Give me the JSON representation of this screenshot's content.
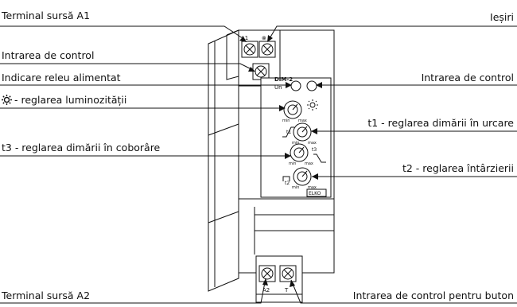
{
  "callouts": {
    "left": [
      {
        "id": "terminal-a1",
        "text": "Terminal sursă A1"
      },
      {
        "id": "control-input-left",
        "text": "Intrarea de control"
      },
      {
        "id": "power-relay-indicator",
        "text": "Indicare releu alimentat"
      },
      {
        "id": "brightness-adjust",
        "text": "- reglarea luminozității",
        "icon": "sun-icon"
      },
      {
        "id": "t3-dim-down",
        "text": "t3 - reglarea dimării în coborâre"
      },
      {
        "id": "terminal-a2",
        "text": "Terminal sursă A2"
      }
    ],
    "right": [
      {
        "id": "outputs",
        "text": "Ieșiri"
      },
      {
        "id": "control-input-right",
        "text": "Intrarea de control"
      },
      {
        "id": "t1-dim-up",
        "text": "t1 - reglarea dimării în urcare"
      },
      {
        "id": "t2-delay",
        "text": "t2 - reglarea întârzierii"
      },
      {
        "id": "button-control-input",
        "text": "Intrarea de control pentru buton"
      }
    ]
  },
  "device": {
    "model": "DIM-2",
    "led_label": "Un",
    "brand": "ELKO",
    "terminals_top": [
      "A1",
      "⊗"
    ],
    "terminals_bottom": [
      "A2",
      "T"
    ],
    "knobs": [
      {
        "id": "brightness",
        "min_label": "min",
        "max_label": "max",
        "icon": "sun-icon"
      },
      {
        "id": "t1",
        "min_label": "min",
        "max_label": "max",
        "tag": "t1"
      },
      {
        "id": "t3",
        "min_label": "min",
        "max_label": "max",
        "tag": "t3"
      },
      {
        "id": "t2",
        "min_label": "min",
        "max_label": "max",
        "tag": "t2"
      }
    ]
  },
  "colors": {
    "line": "#111111",
    "body": "#ffffff"
  }
}
